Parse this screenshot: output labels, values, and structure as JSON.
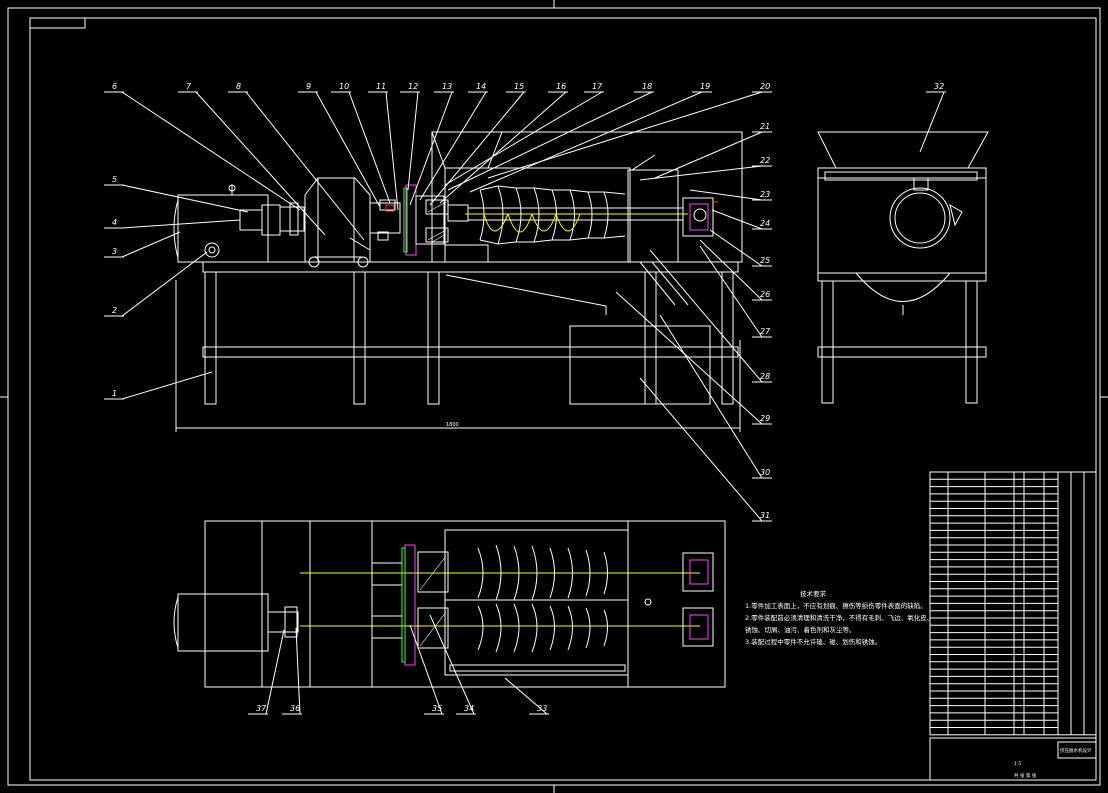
{
  "drawing": {
    "part_labels": [
      "1",
      "2",
      "3",
      "4",
      "5",
      "6",
      "7",
      "8",
      "9",
      "10",
      "11",
      "12",
      "13",
      "14",
      "15",
      "16",
      "17",
      "18",
      "19",
      "20",
      "21",
      "22",
      "23",
      "24",
      "25",
      "26",
      "27",
      "28",
      "29",
      "30",
      "31",
      "32",
      "33",
      "34",
      "35",
      "36",
      "37"
    ],
    "overall_dimension": "1800",
    "technical_requirements": {
      "title": "技术要求",
      "lines": [
        "1.零件加工表面上，不应有划痕、擦伤等损伤零件表面的缺陷。",
        "2.零件装配前必须清理和清洗干净，不得有毛刺、飞边、氧化皮、",
        "锈蚀、切屑、油污、着色剂和灰尘等。",
        "3.装配过程中零件不允许磕、碰、划伤和锈蚀。"
      ]
    },
    "title_block": {
      "drawing_title": "挤压脱水机设计",
      "scale": "1:5",
      "sheet": "共 张 第 张"
    },
    "colors": {
      "background": "#000000",
      "line": "#ffffff",
      "hidden": "#ffff00",
      "accent_red": "#ff3b3b",
      "accent_magenta": "#ff40ff",
      "accent_green": "#3cff3c"
    }
  }
}
